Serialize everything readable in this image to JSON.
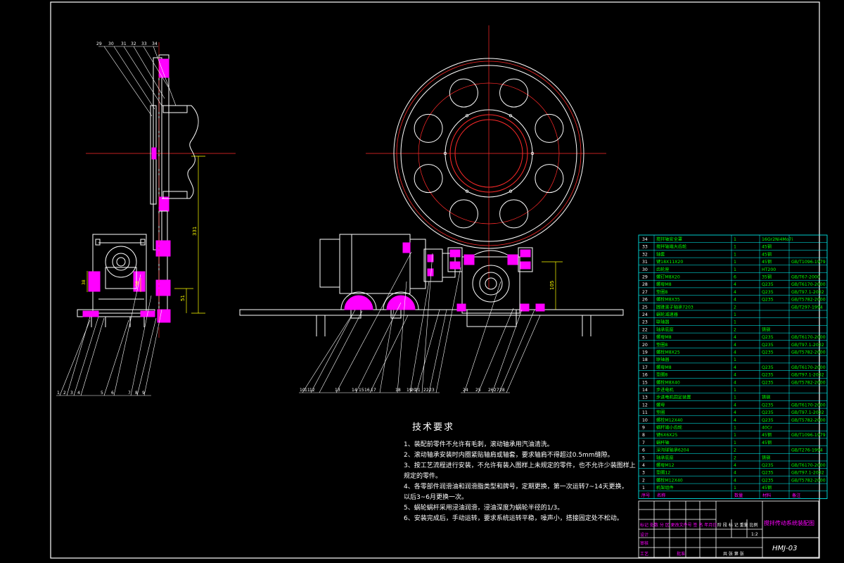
{
  "notes": {
    "title": "技术要求",
    "lines": [
      "1、装配前零件不允许有毛刺，滚动轴承用汽油清洗。",
      "2、滚动轴承安装时内圈紧贴轴肩或轴套，要求轴肩不得超过0.5mm缝隙。",
      "3、按工艺流程进行安装，不允许有装入图样上未规定的零件，也不允许少装图样上",
      "规定的零件。",
      "4、各零部件润滑油和润滑脂类型和牌号，定期更换，第一次运转7~14天更换，",
      "以后3~6月更换一次。",
      "5、蜗轮蜗杆采用浸油润滑，浸油深度为蜗轮半径的1/3。",
      "6、安装完成后，手动运转，要求系统运转平稳，噪声小，搭接固定处不松动。"
    ]
  },
  "dimensions": {
    "d331": "331",
    "d51": "51",
    "d105": "105",
    "d38a": "38",
    "d38b": "38"
  },
  "balloons": {
    "left_top": [
      "29",
      "30",
      "31",
      "32",
      "33",
      "34"
    ],
    "left_bottom": [
      "1",
      "2",
      "3",
      "4",
      "5",
      "6",
      "7",
      "8",
      "9"
    ],
    "front_bottom": [
      "10",
      "11",
      "12",
      "13",
      "14",
      "15",
      "16",
      "17",
      "18",
      "19",
      "20",
      "21",
      "22",
      "23",
      "24",
      "25",
      "26",
      "27",
      "28"
    ]
  },
  "bom": {
    "rows": [
      {
        "no": "34",
        "name": "搅拌轴安全罩",
        "qty": "1",
        "mat": "16Gr2Ni4Mo7i",
        "std": ""
      },
      {
        "no": "33",
        "name": "搅拌轴端大齿轮",
        "qty": "1",
        "mat": "45钢",
        "std": ""
      },
      {
        "no": "32",
        "name": "轴套",
        "qty": "1",
        "mat": "45钢",
        "std": ""
      },
      {
        "no": "31",
        "name": "键18X11X20",
        "qty": "1",
        "mat": "45钢",
        "std": "GB/T1096-1979"
      },
      {
        "no": "30",
        "name": "齿轮座",
        "qty": "1",
        "mat": "HT200",
        "std": ""
      },
      {
        "no": "29",
        "name": "螺钉M8X20",
        "qty": "6",
        "mat": "35钢",
        "std": "GB/T67-2000"
      },
      {
        "no": "28",
        "name": "螺母M8",
        "qty": "4",
        "mat": "Q235",
        "std": "GB/T6170-2000"
      },
      {
        "no": "27",
        "name": "垫圈8",
        "qty": "4",
        "mat": "Q235",
        "std": "GB/T97.1-2002"
      },
      {
        "no": "26",
        "name": "螺栓M8X35",
        "qty": "4",
        "mat": "Q235",
        "std": "GB/T5782-2000"
      },
      {
        "no": "25",
        "name": "圆锥滚子轴承7203",
        "qty": "2",
        "mat": "",
        "std": "GB/T297-1994"
      },
      {
        "no": "24",
        "name": "蜗轮减速器",
        "qty": "1",
        "mat": "",
        "std": ""
      },
      {
        "no": "23",
        "name": "联轴器",
        "qty": "1",
        "mat": "",
        "std": ""
      },
      {
        "no": "22",
        "name": "轴承底座",
        "qty": "2",
        "mat": "铸钢",
        "std": ""
      },
      {
        "no": "21",
        "name": "螺母M8",
        "qty": "4",
        "mat": "Q235",
        "std": "GB/T6170-2000"
      },
      {
        "no": "20",
        "name": "垫圈8",
        "qty": "4",
        "mat": "Q235",
        "std": "GB/T97.1-2002"
      },
      {
        "no": "19",
        "name": "螺栓M8X25",
        "qty": "4",
        "mat": "Q235",
        "std": "GB/T5782-2000"
      },
      {
        "no": "18",
        "name": "联轴器",
        "qty": "1",
        "mat": "",
        "std": ""
      },
      {
        "no": "17",
        "name": "螺母M8",
        "qty": "4",
        "mat": "Q235",
        "std": "GB/T6170-2000"
      },
      {
        "no": "16",
        "name": "垫圈8",
        "qty": "4",
        "mat": "Q235",
        "std": "GB/T97.1-2002"
      },
      {
        "no": "15",
        "name": "螺栓M8X40",
        "qty": "4",
        "mat": "Q235",
        "std": "GB/T5782-2000"
      },
      {
        "no": "14",
        "name": "步进电机",
        "qty": "1",
        "mat": "",
        "std": ""
      },
      {
        "no": "13",
        "name": "步进电机固定装置",
        "qty": "1",
        "mat": "铸钢",
        "std": ""
      },
      {
        "no": "12",
        "name": "螺母",
        "qty": "4",
        "mat": "Q235",
        "std": "GB/T6170-2000"
      },
      {
        "no": "11",
        "name": "垫圈",
        "qty": "4",
        "mat": "Q235",
        "std": "GB/T97.1-2002"
      },
      {
        "no": "10",
        "name": "螺栓M12X40",
        "qty": "4",
        "mat": "Q235",
        "std": "GB/T5782-2000"
      },
      {
        "no": "9",
        "name": "蜗杆端小齿轮",
        "qty": "1",
        "mat": "40Cr",
        "std": ""
      },
      {
        "no": "8",
        "name": "键6X6X25",
        "qty": "1",
        "mat": "45钢",
        "std": "GB/T1096-1979"
      },
      {
        "no": "7",
        "name": "蜗杆轴",
        "qty": "1",
        "mat": "45钢",
        "std": ""
      },
      {
        "no": "6",
        "name": "深沟球轴承6204",
        "qty": "2",
        "mat": "",
        "std": "GB/T276-1994"
      },
      {
        "no": "5",
        "name": "轴承底座",
        "qty": "2",
        "mat": "铸钢",
        "std": ""
      },
      {
        "no": "4",
        "name": "螺母M12",
        "qty": "4",
        "mat": "Q235",
        "std": "GB/T6170-2000"
      },
      {
        "no": "3",
        "name": "垫圈12",
        "qty": "4",
        "mat": "Q235",
        "std": "GB/T97.1-2002"
      },
      {
        "no": "2",
        "name": "螺栓M12X40",
        "qty": "4",
        "mat": "Q235",
        "std": "GB/T5782-2000"
      },
      {
        "no": "1",
        "name": "机架组件",
        "qty": "1",
        "mat": "45钢",
        "std": ""
      }
    ],
    "header": {
      "no": "序号",
      "name": "名称",
      "qty": "数量",
      "mat": "材料",
      "std": "备注"
    }
  },
  "title_block": {
    "drawing_title": "搅拌传动系统装配图",
    "drawing_code": "HMJ-03",
    "revision_labels": "标记 处数 分 区 更改文件号 签 名 年月日",
    "stage_labels": "阶 段 标 记 重量 比例",
    "scale": "1:2",
    "sheet_labels": "共  张  第  张",
    "approve_label": "批准",
    "design_label": "设计",
    "check_label": "审核",
    "process_label": "工艺"
  },
  "colors": {
    "outline": "#ffffff",
    "center": "#ff2a2a",
    "part": "#ff00ff",
    "dim": "#ffff00",
    "table": "#00ffff",
    "bomtext": "#00ff00",
    "title": "#ff00ff"
  }
}
